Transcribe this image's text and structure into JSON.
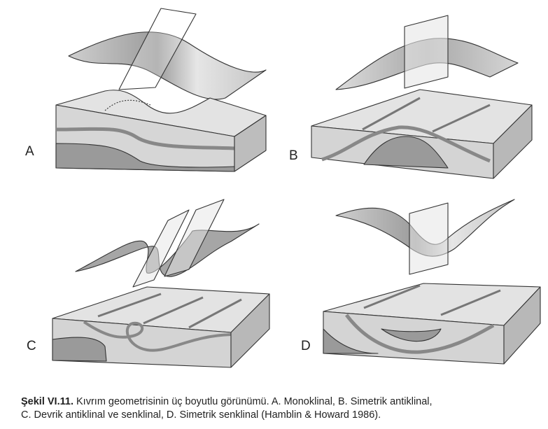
{
  "panels": {
    "a": {
      "letter": "A"
    },
    "b": {
      "letter": "B"
    },
    "c": {
      "letter": "C"
    },
    "d": {
      "letter": "D"
    }
  },
  "caption": {
    "label": "Şekil VI.11.",
    "line1": " Kıvrım geometrisinin üç boyutlu görünümü. A. Monoklinal, B. Simetrik antiklinal,",
    "line2": "C. Devrik antiklinal ve senklinal, D. Simetrik senklinal (Hamblin & Howard 1986)."
  },
  "colors": {
    "light_layer": "#d4d4d4",
    "mid_layer": "#bdbdbd",
    "dark_layer": "#9a9a9a",
    "top_surface": "#e2e2e2",
    "outline": "#333333"
  }
}
